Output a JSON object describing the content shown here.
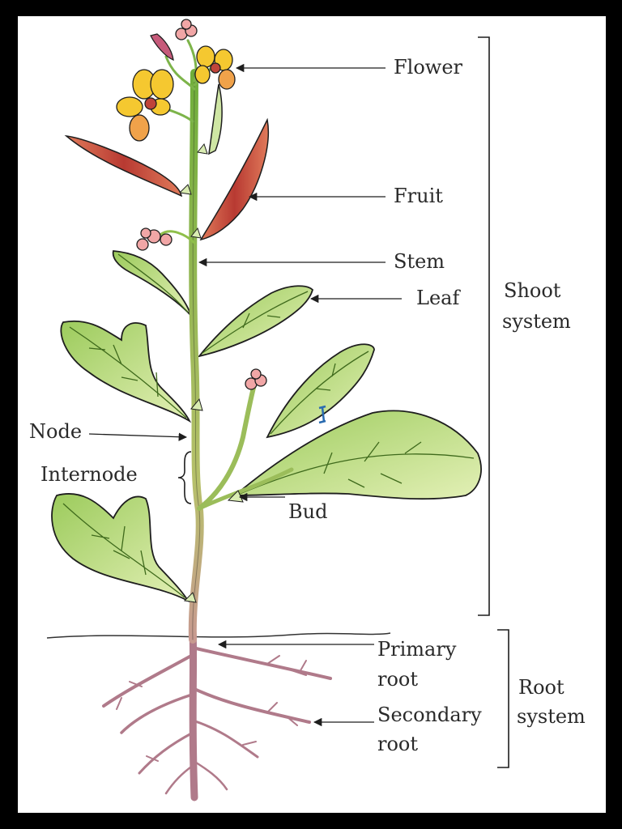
{
  "labels": {
    "flower": "Flower",
    "fruit": "Fruit",
    "stem": "Stem",
    "leaf": "Leaf",
    "shoot_system_line1": "Shoot",
    "shoot_system_line2": "system",
    "node": "Node",
    "internode": "Internode",
    "bud": "Bud",
    "primary_root_line1": "Primary",
    "primary_root_line2": "root",
    "secondary_root_line1": "Secondary",
    "secondary_root_line2": "root",
    "root_system_line1": "Root",
    "root_system_line2": "system"
  },
  "colors": {
    "stem_green": "#8fbf4a",
    "leaf_green": "#c6e08a",
    "leaf_vein": "#3f6a1c",
    "petal_yellow": "#f5c830",
    "petal_orange": "#f0a24a",
    "fruit_red": "#c0443a",
    "root_pink": "#b07a8a",
    "bud_pink": "#f1a6a6",
    "outline": "#1e1e1e"
  }
}
